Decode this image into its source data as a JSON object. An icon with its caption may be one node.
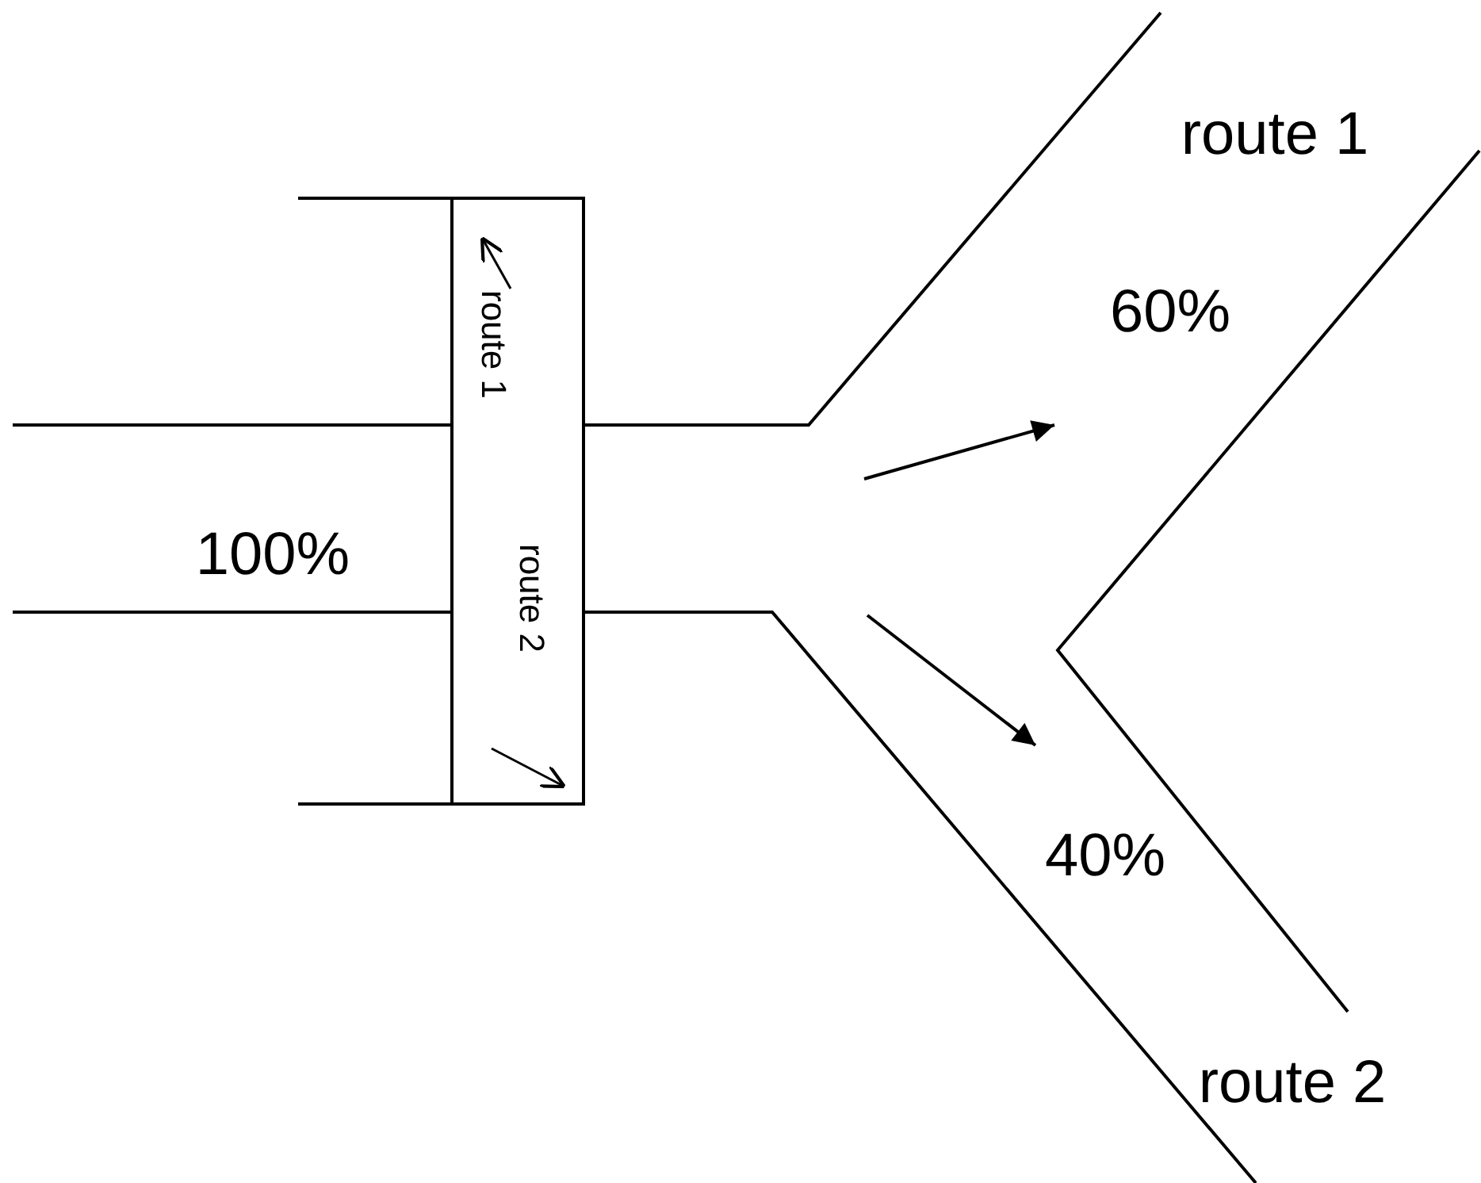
{
  "diagram": {
    "nodes": [
      {
        "text": [
          "route 1",
          "route 2"
        ]
      }
    ],
    "labels": [
      "route 1",
      "60%",
      "100%",
      "40%",
      "route 2"
    ]
  }
}
